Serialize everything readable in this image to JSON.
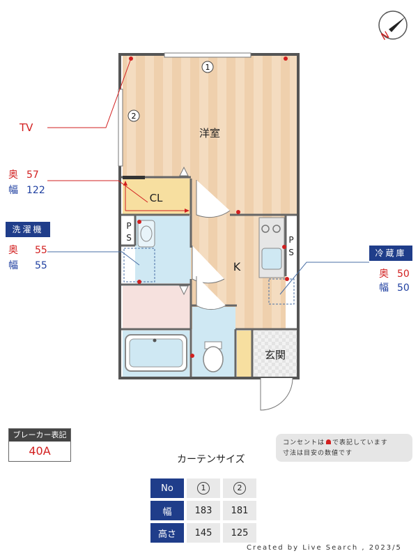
{
  "rooms": {
    "western": "洋室",
    "closet": "CL",
    "kitchen": "K",
    "entrance": "玄関",
    "ps": "PS"
  },
  "window_markers": {
    "w1": "1",
    "w2": "2"
  },
  "tv": {
    "label": "TV"
  },
  "cl_dims": {
    "depth_label": "奥",
    "depth": "57",
    "width_label": "幅",
    "width": "122"
  },
  "washer": {
    "title": "洗濯機",
    "depth_label": "奥",
    "depth": "55",
    "width_label": "幅",
    "width": "55"
  },
  "fridge": {
    "title": "冷蔵庫",
    "depth_label": "奥",
    "depth": "50",
    "width_label": "幅",
    "width": "50"
  },
  "breaker": {
    "title": "ブレーカー表記",
    "value": "40A"
  },
  "notes": {
    "line1a": "コンセントは",
    "line1b": "で表記しています",
    "line2": "寸法は目安の数値です"
  },
  "curtain": {
    "title": "カーテンサイズ",
    "row_no": "No",
    "row_width": "幅",
    "row_height": "高さ",
    "col1_no": "1",
    "col2_no": "2",
    "col1_width": "183",
    "col2_width": "181",
    "col1_height": "145",
    "col2_height": "125"
  },
  "credit": "Created by Live Search , 2023/5",
  "compass": {
    "label": "N"
  },
  "colors": {
    "floor_stripe_a": "#f4dcc0",
    "floor_stripe_b": "#efd0ad",
    "wet_area": "#cfe8f3",
    "closet_floor": "#f7dfa0",
    "corridor": "#f6e1de",
    "outlet": "#d21f1f",
    "accent_blue": "#1f3d8a"
  }
}
